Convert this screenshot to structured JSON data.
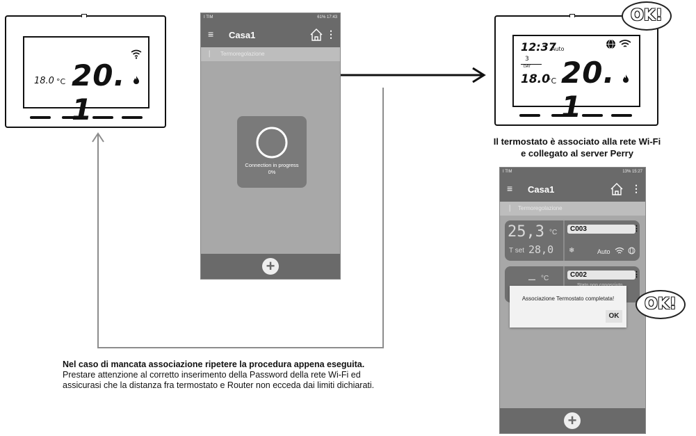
{
  "left_thermostat": {
    "setpoint": "18.0",
    "unit": "°C",
    "temperature": "20. 1"
  },
  "right_thermostat": {
    "time": "12:37",
    "mode": "Auto",
    "day_number": "3",
    "day_label": "DAY",
    "setpoint": "18.0",
    "unit": "°C",
    "temperature": "20. 1"
  },
  "ok_label": "OK!",
  "caption_top": "Il termostato è associato alla rete Wi-Fi",
  "caption_bottom": "e collegato al server Perry",
  "phone1": {
    "status_left": "I TIM",
    "status_right": "61% 17:43",
    "title": "Casa1",
    "section": "Termoregolazione",
    "dialog_text": "Connection in progress",
    "dialog_percent": "0%"
  },
  "phone2": {
    "status_left": "I TIM",
    "status_right": "13% 15:27",
    "title": "Casa1",
    "section": "Termoregolazione",
    "card1": {
      "temp": "25,3",
      "unit": "°C",
      "set_label": "T set",
      "set_value": "28,0",
      "name": "C003",
      "mode": "Auto"
    },
    "card2": {
      "temp": "–",
      "unit": "°C",
      "name": "C002",
      "status": "Stato non conosciuto"
    },
    "dialog_text": "Associazione Termostato completata!",
    "dialog_button": "OK"
  },
  "note": {
    "title": "Nel caso di mancata associazione ripetere la procedura appena eseguita.",
    "line1": "Prestare attenzione al corretto inserimento della Password della rete Wi-Fi ed",
    "line2": "assicurasi che la distanza fra termostato e Router non ecceda dai limiti dichiarati."
  }
}
